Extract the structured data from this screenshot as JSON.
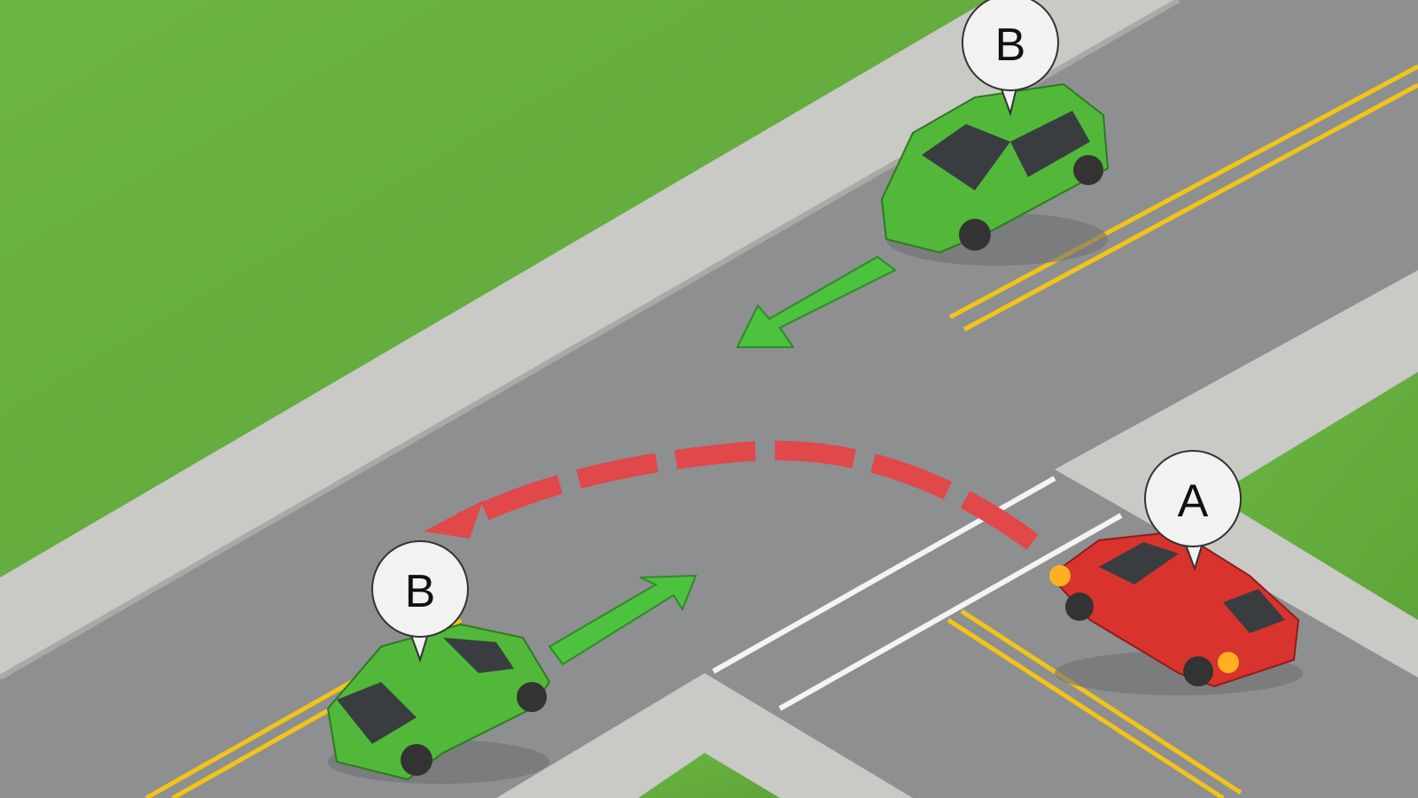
{
  "labels": {
    "car_b_top": "B",
    "car_b_bottom": "B",
    "car_a": "A"
  },
  "colors": {
    "grass": "#64ad3c",
    "road": "#8e8f91",
    "sidewalk": "#c9c9c6",
    "yellow_line": "#f2c418",
    "path_red": "#e0484a",
    "arrow_green": "#4cc23e",
    "car_green": "#52b83a",
    "car_red": "#d9332e"
  }
}
